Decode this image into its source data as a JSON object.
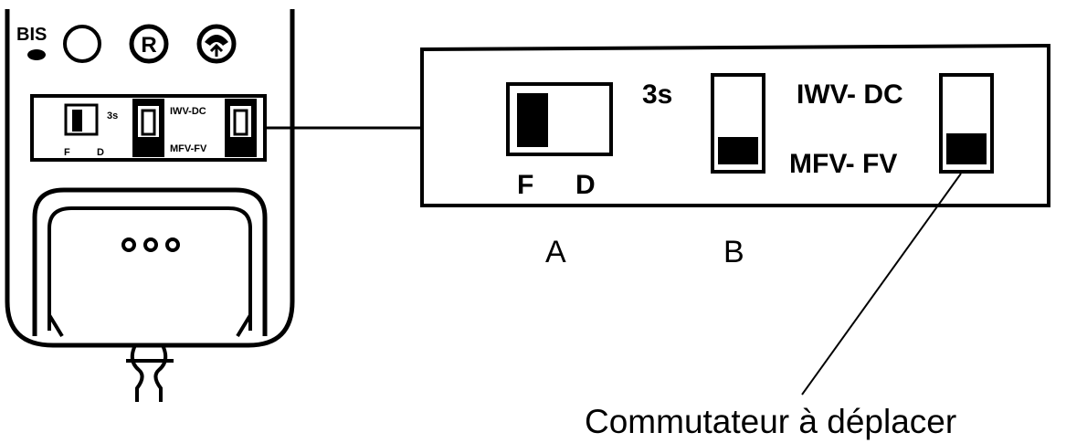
{
  "phone": {
    "bis_label": "BIS",
    "r_label": "R",
    "small_3s": "3s",
    "small_f": "F",
    "small_d": "D",
    "small_iwv_dc": "IWV-DC",
    "small_mfv_fv": "MFV-FV"
  },
  "zoom": {
    "switch_a_label_f": "F",
    "switch_a_label_d": "D",
    "switch_b_label": "3s",
    "switch_c_label_top": "IWV- DC",
    "switch_c_label_bottom": "MFV- FV"
  },
  "captions": {
    "a": "A",
    "b": "B",
    "callout": "Commutateur à déplacer"
  }
}
